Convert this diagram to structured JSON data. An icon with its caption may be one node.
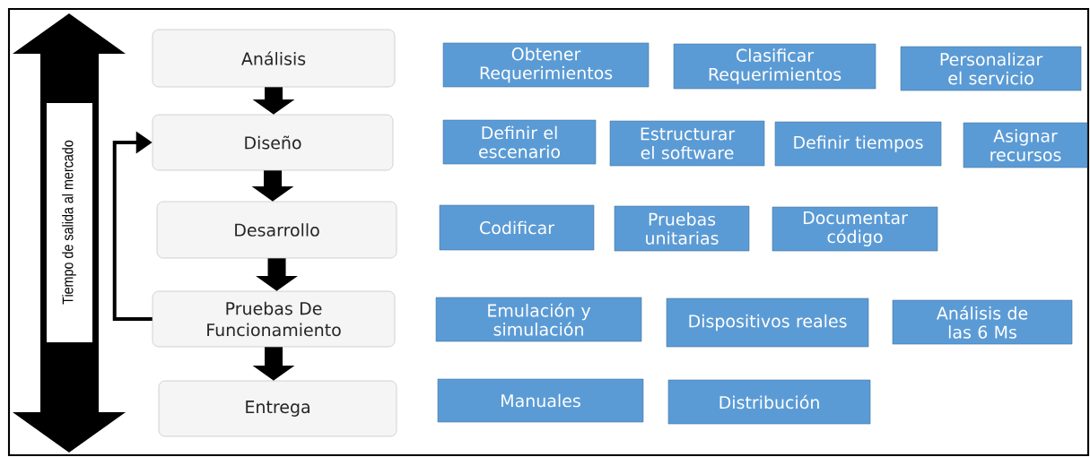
{
  "diagram": {
    "nodes": [
      {
        "text": [
          "Análisis"
        ]
      },
      {
        "text": [
          "Diseño"
        ]
      },
      {
        "text": [
          "Desarrollo"
        ]
      },
      {
        "text": [
          "Pruebas De Funcionamiento"
        ]
      },
      {
        "text": [
          "Entrega"
        ]
      },
      {
        "text": [
          "Obtener Requerimientos"
        ]
      },
      {
        "text": [
          "Clasificar Requerimientos"
        ]
      },
      {
        "text": [
          "Personalizar el servicio"
        ]
      },
      {
        "text": [
          "Definir el escenario"
        ]
      },
      {
        "text": [
          "Estructurar el software"
        ]
      },
      {
        "text": [
          "Definir tiempos"
        ]
      },
      {
        "text": [
          "Asignar recursos"
        ]
      },
      {
        "text": [
          "Codificar"
        ]
      },
      {
        "text": [
          "Pruebas unitarias"
        ]
      },
      {
        "text": [
          "Documentar código"
        ]
      },
      {
        "text": [
          "Emulación y simulación"
        ]
      },
      {
        "text": [
          "Dispositivos reales"
        ]
      },
      {
        "text": [
          "Análisis de las 6 Ms"
        ]
      },
      {
        "text": [
          "Manuales"
        ]
      },
      {
        "text": [
          "Distribución"
        ]
      }
    ],
    "edges": [
      {
        "from": 0,
        "to": 1,
        "arrow": "to"
      },
      {
        "from": 1,
        "to": 2,
        "arrow": "to"
      },
      {
        "from": 2,
        "to": 3,
        "arrow": "to"
      },
      {
        "from": 3,
        "to": 4,
        "arrow": "to"
      },
      {
        "from": 3,
        "to": 1,
        "arrow": "to"
      }
    ],
    "labels": [
      "Tiempo de salida al mercado"
    ]
  }
}
